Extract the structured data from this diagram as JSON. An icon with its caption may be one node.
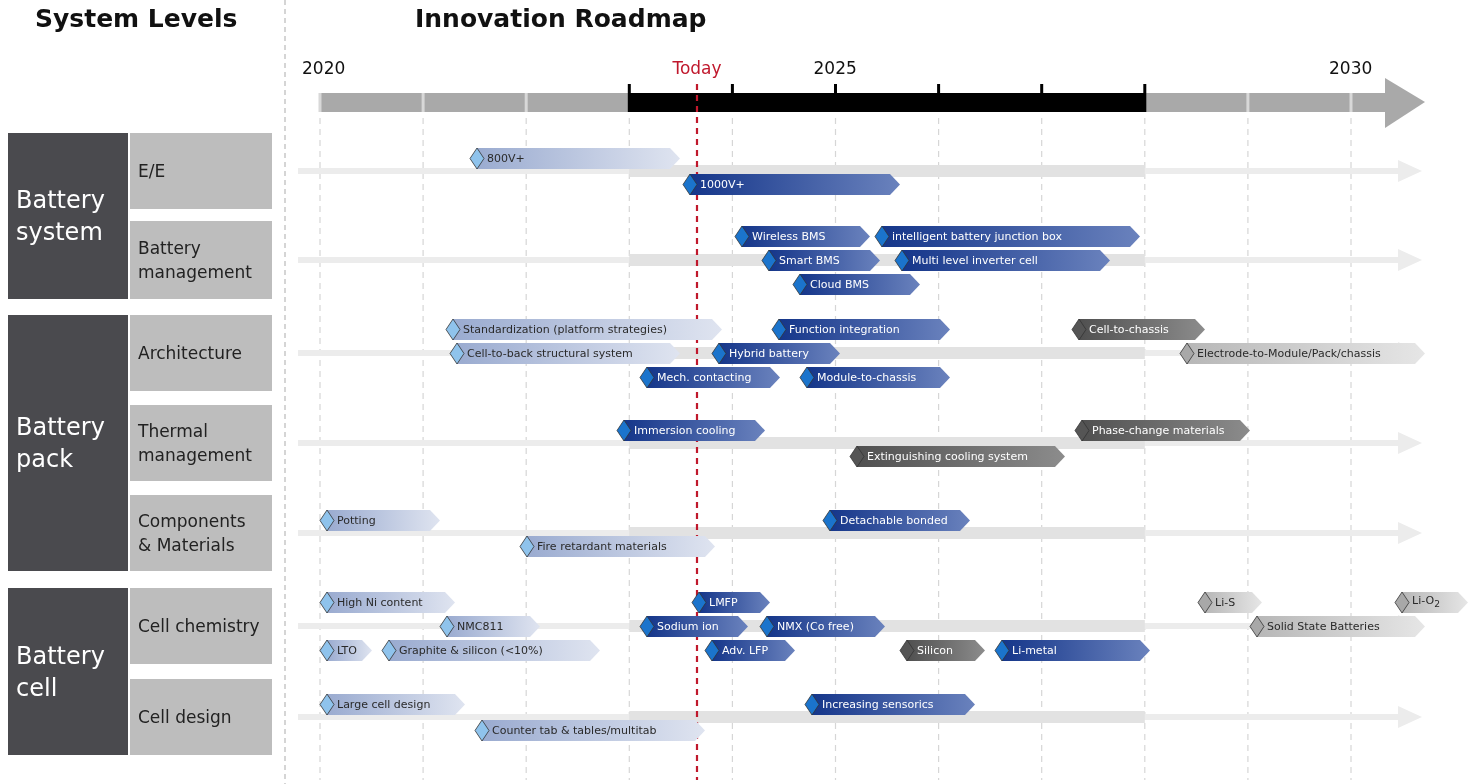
{
  "diagram": {
    "title": "Innovation Roadmap",
    "nodes": [
      {
        "text": [
          "Battery system"
        ]
      },
      {
        "text": [
          "E/E"
        ]
      },
      {
        "text": [
          "Battery management"
        ]
      },
      {
        "text": [
          "Battery pack"
        ]
      },
      {
        "text": [
          "Architecture"
        ]
      },
      {
        "text": [
          "Thermal management"
        ]
      },
      {
        "text": [
          "Components & Materials"
        ]
      },
      {
        "text": [
          "Battery cell"
        ]
      },
      {
        "text": [
          "Cell chemistry"
        ]
      },
      {
        "text": [
          "Cell design"
        ]
      },
      {
        "text": [
          "800V+"
        ]
      },
      {
        "text": [
          "1000V+"
        ]
      },
      {
        "text": [
          "Wireless BMS"
        ]
      },
      {
        "text": [
          "Smart BMS"
        ]
      },
      {
        "text": [
          "Cloud BMS"
        ]
      },
      {
        "text": [
          "intelligent battery junction box"
        ]
      },
      {
        "text": [
          "Multi level inverter cell"
        ]
      },
      {
        "text": [
          "Cell-to-back structural system"
        ]
      },
      {
        "text": [
          "Standardization (platform strategies)"
        ]
      },
      {
        "text": [
          "Mech. contacting"
        ]
      },
      {
        "text": [
          "Hybrid battery"
        ]
      },
      {
        "text": [
          "Function integration"
        ]
      },
      {
        "text": [
          "Module-to-chassis"
        ]
      },
      {
        "text": [
          "Cell-to-chassis"
        ]
      },
      {
        "text": [
          "Electrode-to-Module/Pack/chassis"
        ]
      },
      {
        "text": [
          "Immersion cooling"
        ]
      },
      {
        "text": [
          "Extinguishing cooling system"
        ]
      },
      {
        "text": [
          "Phase-change materials"
        ]
      },
      {
        "text": [
          "Potting"
        ]
      },
      {
        "text": [
          "Fire retardant materials"
        ]
      },
      {
        "text": [
          "Detachable bonded"
        ]
      },
      {
        "text": [
          "High Ni content"
        ]
      },
      {
        "text": [
          "NMC811"
        ]
      },
      {
        "text": [
          "Sodium ion"
        ]
      },
      {
        "text": [
          "LMFP"
        ]
      },
      {
        "text": [
          "Adv. LFP"
        ]
      },
      {
        "text": [
          "NMX (Co free)"
        ]
      },
      {
        "text": [
          "LTO"
        ]
      },
      {
        "text": [
          "Graphite & silicon (<10%)"
        ]
      },
      {
        "text": [
          "Silicon"
        ]
      },
      {
        "text": [
          "Li-metal"
        ]
      },
      {
        "text": [
          "Li-S"
        ]
      },
      {
        "text": [
          "Solid State Batteries"
        ]
      },
      {
        "text": [
          "Li-O$_{2}$"
        ]
      },
      {
        "text": [
          "Large cell design"
        ]
      },
      {
        "text": [
          "Counter tab & tables/multitab"
        ]
      },
      {
        "text": [
          "Increasing sensorics"
        ]
      }
    ],
    "labels": [
      "System Levels",
      "2020",
      "Today",
      "2025",
      "2030"
    ]
  }
}
